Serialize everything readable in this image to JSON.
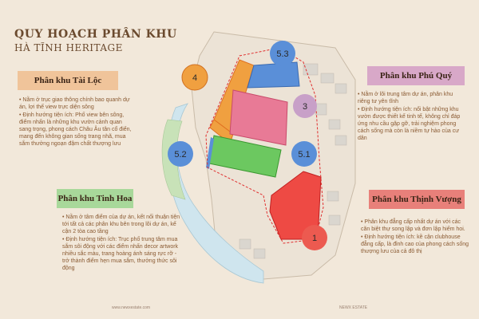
{
  "header": {
    "title_line1": "QUY HOẠCH PHÂN KHU",
    "title_line2": "HÀ TĨNH HERITAGE"
  },
  "zones": {
    "tai_loc": {
      "name": "Phân khu Tài Lộc",
      "color": "#f0c49a",
      "bullets": [
        "Nằm ở trục giao thông chính bao quanh dự án, lợi thế view trực diện sông",
        "Định hướng tiện ích: Phố view bên sông, điểm nhấn là những khu vườn cảnh quan sang trọng, phong cách Châu Âu tân cổ điển, mang đến không gian sống trang nhã, mua sắm thưởng ngoạn đậm chất thượng lưu"
      ]
    },
    "phu_quy": {
      "name": "Phân khu Phú Quý",
      "color": "#d8a8c8",
      "bullets": [
        "Nằm ở lõi trung tâm dự án, phân khu riêng tư yên tĩnh",
        "Định hướng tiện ích: nổi bật những khu vườn được thiết kế tinh tế, không chỉ đáp ứng nhu cầu gặp gỡ, trải nghiệm phong cách sống mà còn là niềm tự hào của cư dân"
      ]
    },
    "tinh_hoa": {
      "name": "Phân khu Tinh Hoa",
      "color": "#a8d89a",
      "bullets": [
        "Nằm ở tâm điểm của dự án, kết nối thuận tiện tới tất cả các phân khu bên trong lõi dự án, kế cận 2 tòa cao tầng",
        "Định hướng tiện ích: Trục phố trung tâm mua sắm sôi động với các điểm nhấn decor artwork nhiều sắc màu, trang hoàng ánh sáng rực rỡ - trở thành điểm hẹn mua sắm, thưởng thức sôi động"
      ]
    },
    "thinh_vuong": {
      "name": "Phân  khu Thịnh Vượng",
      "color": "#e8807a",
      "bullets": [
        "Phân khu đẳng cấp nhất dự án với các căn biệt thự song lập và đơn lập hiếm hoi.",
        "Định hướng tiện ích: kề cận clubhouse đẳng cấp, là đỉnh cao của phong cách sống thượng lưu của cả đô thị"
      ]
    }
  },
  "map": {
    "markers": [
      "4",
      "5.3",
      "3",
      "5.2",
      "5.1",
      "1"
    ],
    "colors": {
      "blue": "#5a8fd8",
      "orange": "#f0a040",
      "pink": "#e87a96",
      "green": "#6cc860",
      "red": "#ee4a44",
      "purple_marker": "#c8a0c8",
      "orange_marker": "#f0a040",
      "red_marker": "#ec5a50",
      "blue_marker": "#5a8fd8"
    }
  },
  "footer": {
    "website": "www.newxestate.com",
    "brand": "NEWX ESTATE"
  }
}
